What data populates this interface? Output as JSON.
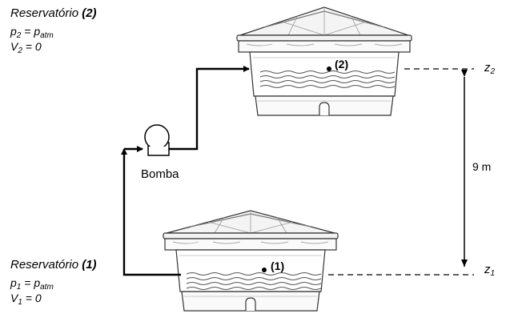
{
  "reservoir2": {
    "title": "Reservatório",
    "number": "(2)",
    "pressure_lhs": "p",
    "pressure_lhs_sub": "2",
    "pressure_eq": " = p",
    "pressure_rhs_sub": "atm",
    "velocity_lhs": "V",
    "velocity_lhs_sub": "2",
    "velocity_eq": " = 0",
    "point_label": "(2)"
  },
  "reservoir1": {
    "title": "Reservatório",
    "number": "(1)",
    "pressure_lhs": "p",
    "pressure_lhs_sub": "1",
    "pressure_eq": " = p",
    "pressure_rhs_sub": "atm",
    "velocity_lhs": "V",
    "velocity_lhs_sub": "1",
    "velocity_eq": " = 0",
    "point_label": "(1)"
  },
  "pump": {
    "label": "Bomba"
  },
  "height": {
    "label": "9 m"
  },
  "levels": {
    "z2": "z",
    "z2_sub": "2",
    "z1": "z",
    "z1_sub": "1"
  }
}
